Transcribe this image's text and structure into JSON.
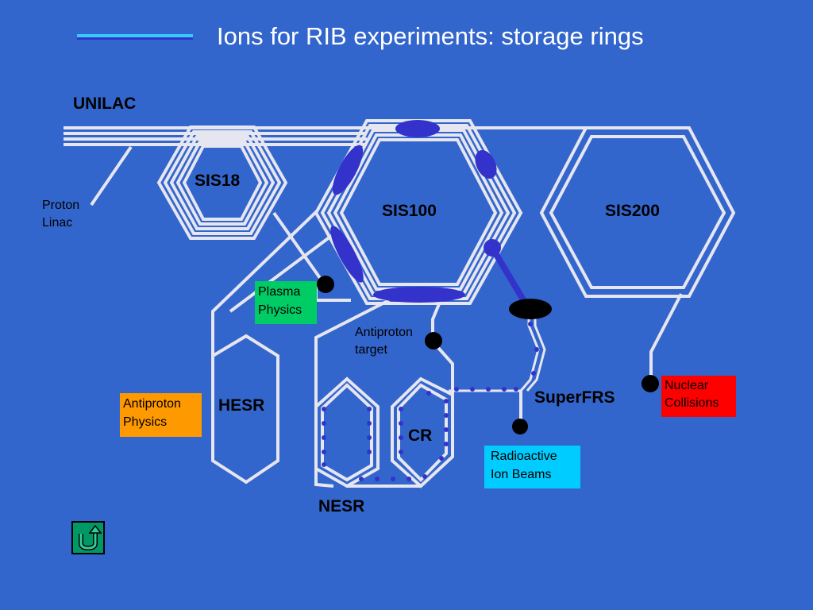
{
  "slide": {
    "title": "Ions for RIB experiments: storage rings"
  },
  "labels": {
    "unilac": "UNILAC",
    "sis18": "SIS18",
    "sis100": "SIS100",
    "sis200": "SIS200",
    "hesr": "HESR",
    "cr": "CR",
    "nesr": "NESR",
    "superfrs": "SuperFRS",
    "proton_linac_1": "Proton",
    "proton_linac_2": "Linac",
    "antiproton_target_1": "Antiproton",
    "antiproton_target_2": "target"
  },
  "boxes": {
    "plasma_physics": {
      "line1": "Plasma",
      "line2": "Physics",
      "color": "#00cc66"
    },
    "antiproton_physics": {
      "line1": "Antiproton",
      "line2": "Physics",
      "color": "#ff9900"
    },
    "nuclear_collisions": {
      "line1": "Nuclear",
      "line2": "Collisions",
      "color": "#ff0000"
    },
    "radioactive_ion_beams": {
      "line1": "Radioactive",
      "line2": "Ion Beams",
      "color": "#00ccff"
    }
  },
  "colors": {
    "background": "#3366cc",
    "beamline": "#e6e6f0",
    "magnet": "#3333cc",
    "target_dot": "#000000"
  },
  "nav": {
    "icon": "u-turn-return-icon"
  }
}
